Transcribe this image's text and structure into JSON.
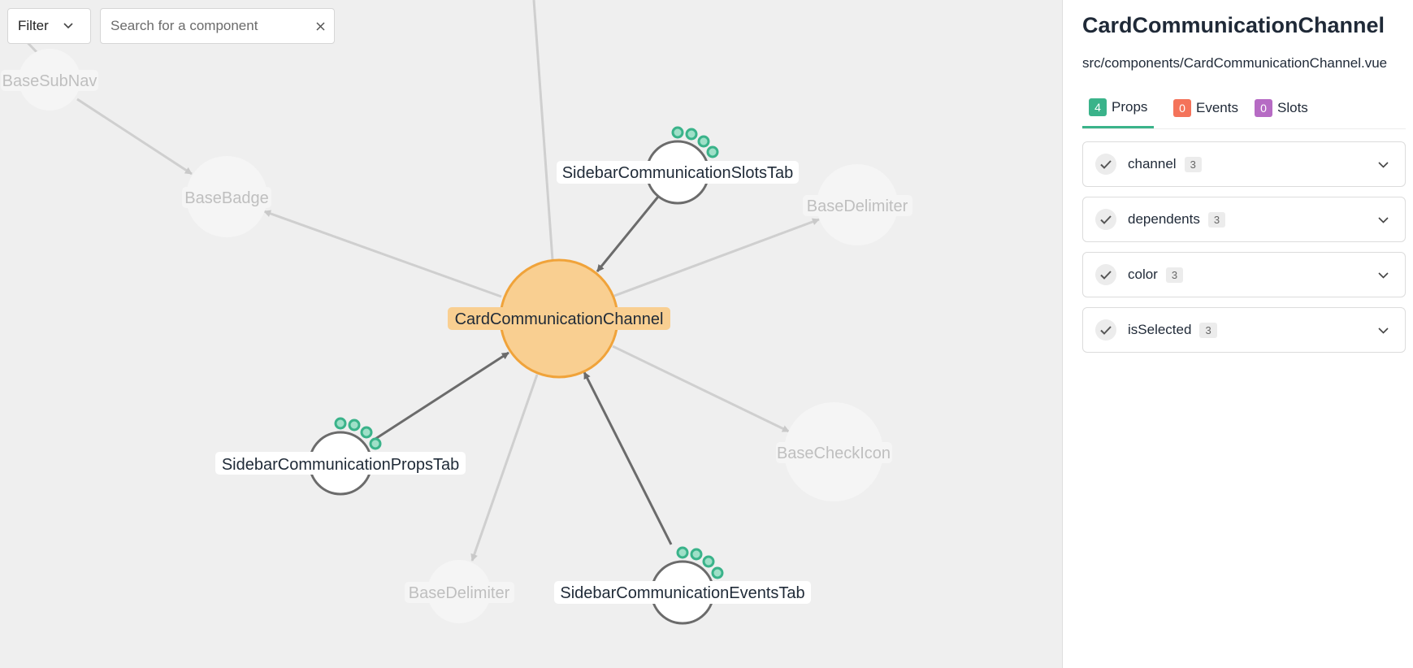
{
  "toolbar": {
    "filter_label": "Filter",
    "search_placeholder": "Search for a component",
    "search_value": ""
  },
  "graph": {
    "center": {
      "label": "CardCommunicationChannel"
    },
    "nodes": {
      "base_sub_nav": "BaseSubNav",
      "base_badge": "BaseBadge",
      "sidebar_slots_tab": "SidebarCommunicationSlotsTab",
      "base_delimiter_top": "BaseDelimiter",
      "sidebar_props_tab": "SidebarCommunicationPropsTab",
      "base_check_icon": "BaseCheckIcon",
      "base_delimiter_bottom": "BaseDelimiter",
      "sidebar_events_tab": "SidebarCommunicationEventsTab"
    },
    "colors": {
      "center_fill": "#f9cf91",
      "center_stroke": "#f0a33a",
      "prop_dot": "#3ab38a",
      "edge_dark": "#6b6b6b",
      "edge_light": "#cfcfcf"
    }
  },
  "sidebar": {
    "title": "CardCommunicationChannel",
    "path": "src/components/CardCommunicationChannel.vue",
    "tabs": [
      {
        "count": "4",
        "label": "Props",
        "color": "#3ab38a",
        "active": true
      },
      {
        "count": "0",
        "label": "Events",
        "color": "#f4735a",
        "active": false
      },
      {
        "count": "0",
        "label": "Slots",
        "color": "#b66bc4",
        "active": false
      }
    ],
    "props": [
      {
        "name": "channel",
        "count": "3"
      },
      {
        "name": "dependents",
        "count": "3"
      },
      {
        "name": "color",
        "count": "3"
      },
      {
        "name": "isSelected",
        "count": "3"
      }
    ]
  }
}
